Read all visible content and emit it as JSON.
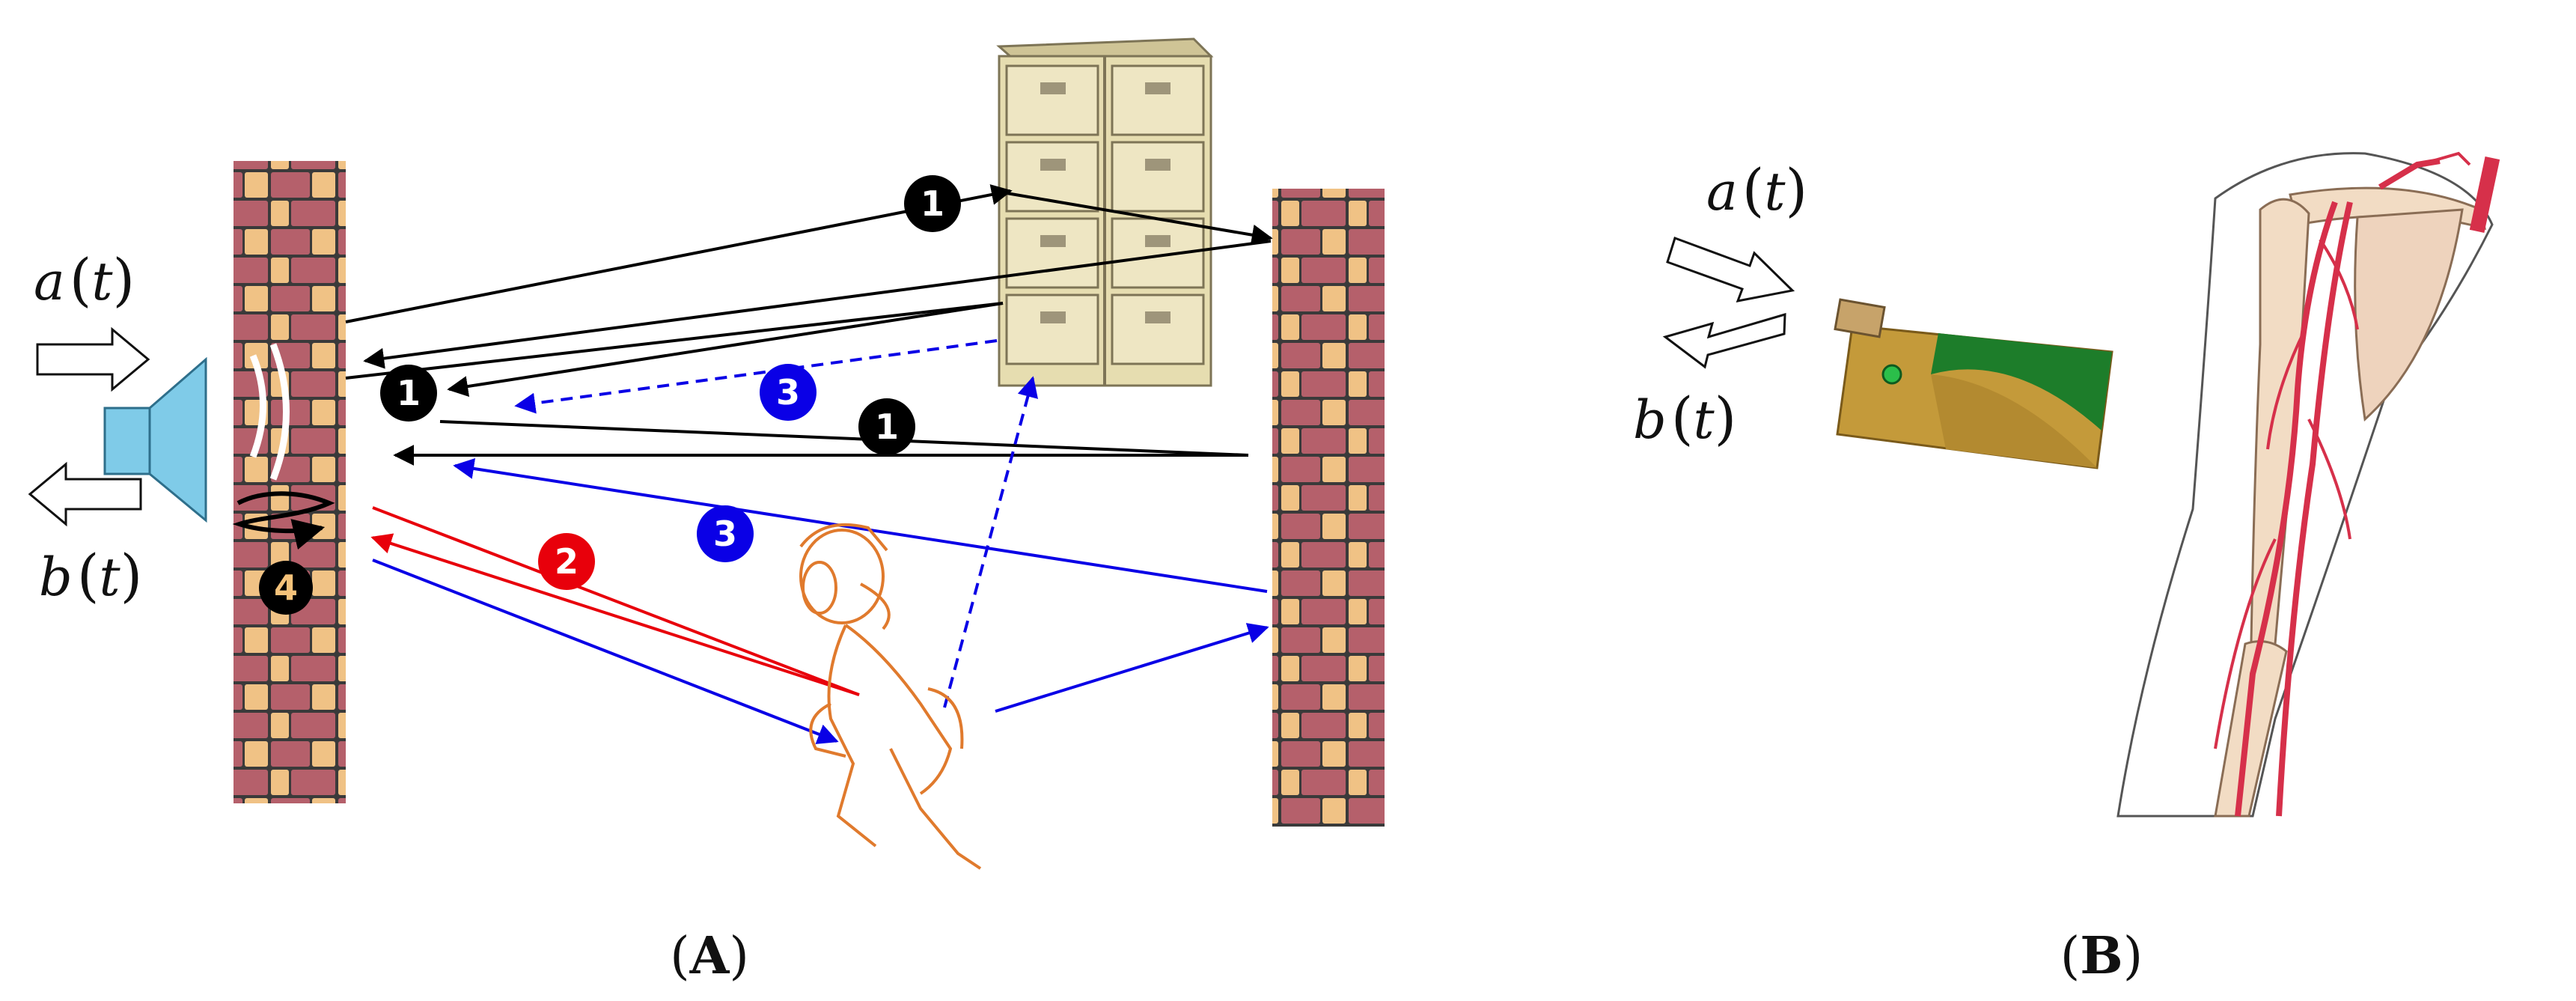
{
  "panelA": {
    "label_open": "(",
    "label_letter": "A",
    "label_close": ")",
    "signal_in": {
      "name": "a",
      "arg": "t"
    },
    "signal_out": {
      "name": "b",
      "arg": "t"
    },
    "paths": [
      {
        "id": "path-1a",
        "number": "1",
        "color": "#000000"
      },
      {
        "id": "path-1b",
        "number": "1",
        "color": "#000000"
      },
      {
        "id": "path-1c",
        "number": "1",
        "color": "#000000"
      },
      {
        "id": "path-2",
        "number": "2",
        "color": "#e8000b"
      },
      {
        "id": "path-3a",
        "number": "3",
        "color": "#0a00e6"
      },
      {
        "id": "path-3b",
        "number": "3",
        "color": "#0a00e6"
      },
      {
        "id": "path-4",
        "number": "4",
        "color": "#000000",
        "text_color": "#f5c27a"
      }
    ]
  },
  "panelB": {
    "label_open": "(",
    "label_letter": "B",
    "label_close": ")",
    "signal_in": {
      "name": "a",
      "arg": "t"
    },
    "signal_out": {
      "name": "b",
      "arg": "t"
    }
  },
  "colors": {
    "brick": "#b5606b",
    "brick_light": "#f0c285",
    "mortar": "#3a3a3a",
    "speaker": "#7fcbe8",
    "person": "#e07a2d",
    "cabinet": "#e6ddb0",
    "antenna": "#1d7d2a",
    "antenna_gold": "#c49a3a",
    "bone": "#f2dcc4",
    "artery": "#d6304a"
  }
}
